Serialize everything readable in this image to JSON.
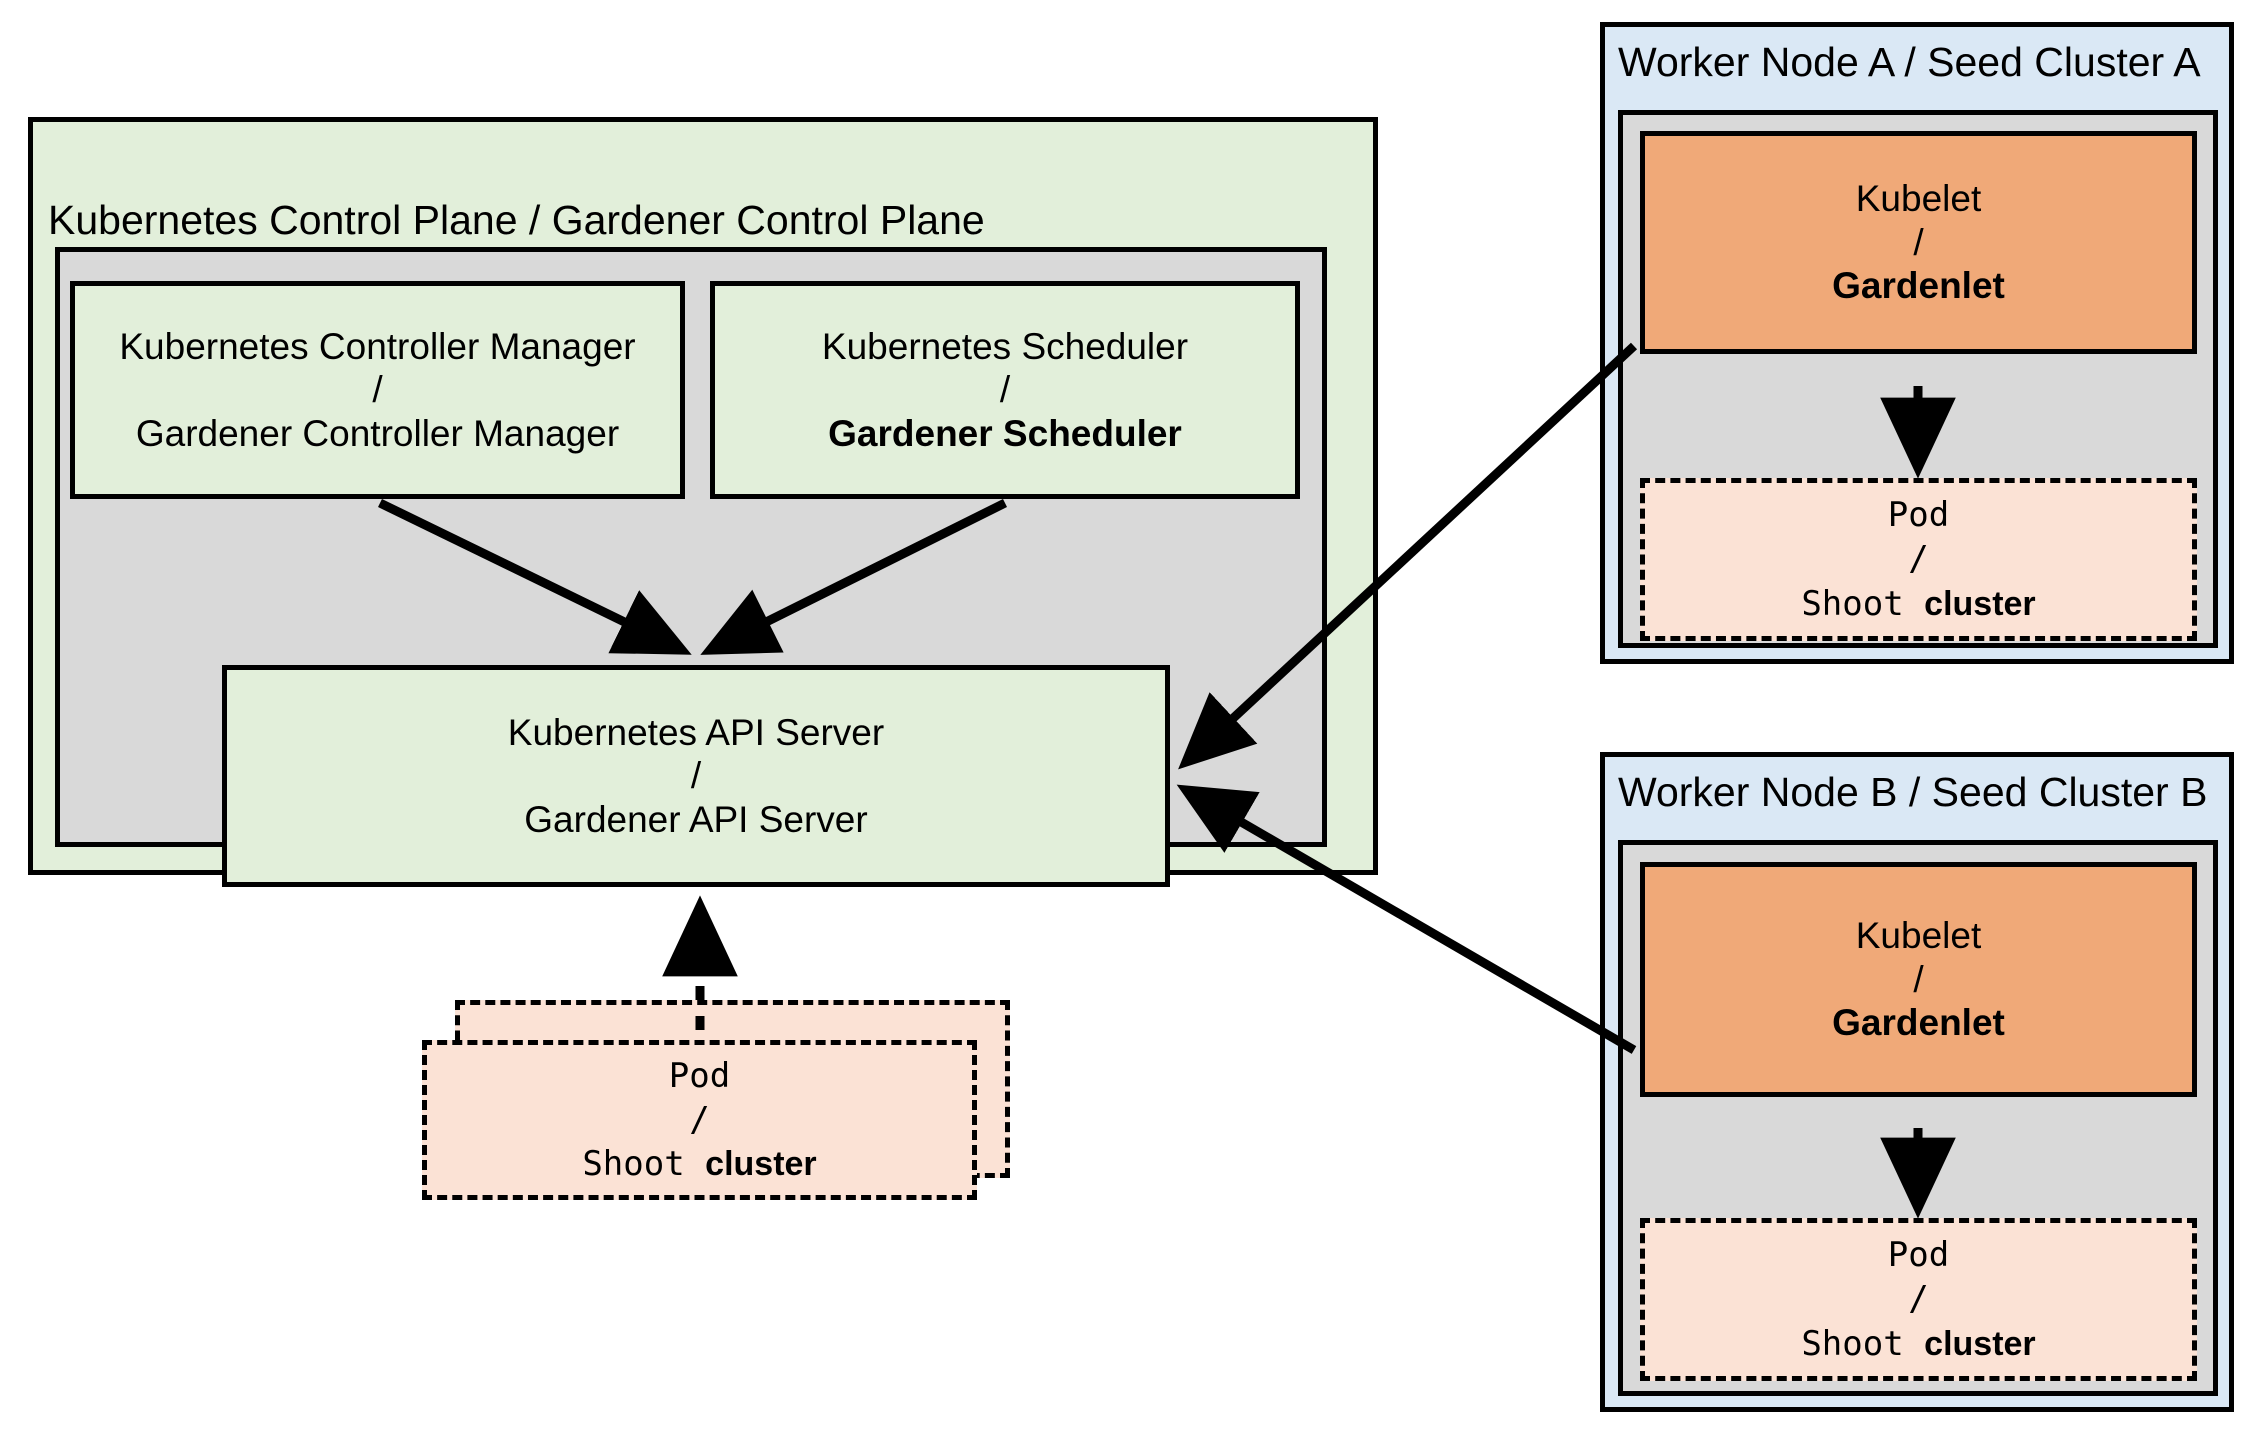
{
  "diagram": {
    "title_control_plane": "Kubernetes Control Plane / Gardener Control Plane",
    "control_plane": {
      "controller_manager": {
        "line1": "Kubernetes Controller Manager",
        "line2": "/",
        "line3": "Gardener Controller Manager"
      },
      "scheduler": {
        "line1": "Kubernetes Scheduler",
        "line2": "/",
        "line3": "Gardener Scheduler"
      },
      "api_server": {
        "line1": "Kubernetes API Server",
        "line2": "/",
        "line3": "Gardener API Server"
      },
      "pod": {
        "line1": "Pod",
        "line2": "/",
        "line3a": "Shoot ",
        "line3b": "cluster"
      }
    },
    "worker_node_a": {
      "title": "Worker Node A / Seed Cluster A",
      "kubelet": {
        "line1": "Kubelet",
        "line2": "/",
        "line3": "Gardenlet"
      },
      "pod": {
        "line1": "Pod",
        "line2": "/",
        "line3a": "Shoot ",
        "line3b": "cluster"
      }
    },
    "worker_node_b": {
      "title": "Worker Node B / Seed Cluster B",
      "kubelet": {
        "line1": "Kubelet",
        "line2": "/",
        "line3": "Gardenlet"
      },
      "pod": {
        "line1": "Pod",
        "line2": "/",
        "line3a": "Shoot ",
        "line3b": "cluster"
      }
    },
    "colors": {
      "green_fill": "#E2EFDA",
      "gray_fill": "#D9D9D9",
      "blue_fill": "#DAE8F5",
      "orange_fill": "#F0A978",
      "peach_fill": "#FBE2D5",
      "stroke": "#000000"
    }
  }
}
